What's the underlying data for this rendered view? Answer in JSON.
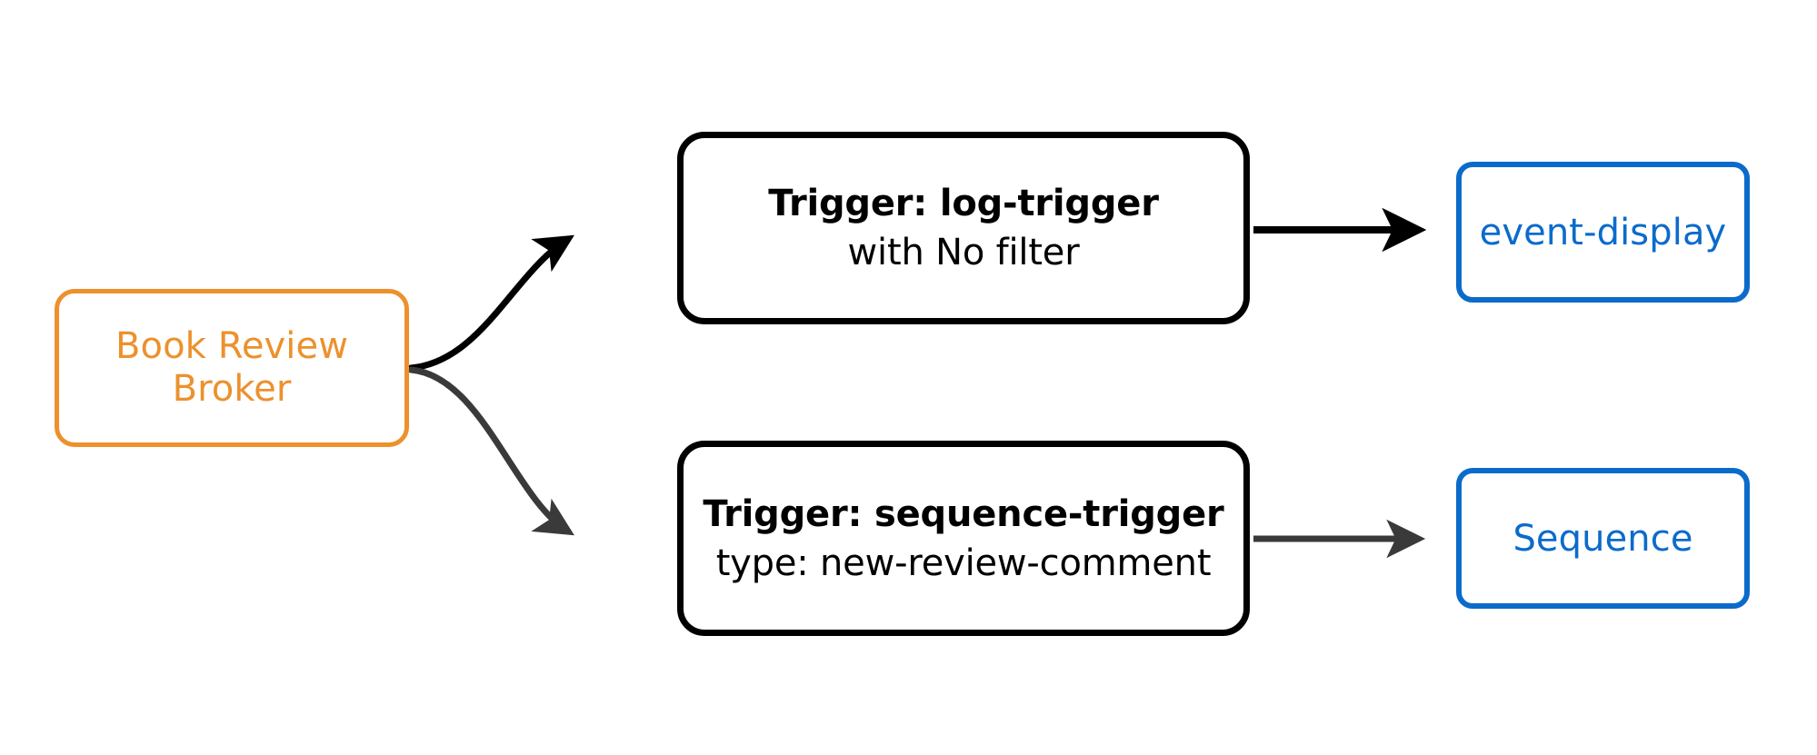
{
  "diagram": {
    "type": "flowchart",
    "direction": "left-to-right",
    "background_color": "#ffffff",
    "colors": {
      "broker_accent": "#ec912d",
      "trigger_accent": "#000000",
      "sink_accent": "#0b6bcb",
      "edge_black": "#000000",
      "edge_gray": "#3a3a3a"
    },
    "nodes": {
      "broker": {
        "line1": "Book Review",
        "line2": "Broker"
      },
      "trigger_log": {
        "title": "Trigger: log-trigger",
        "subtitle": "with No filter"
      },
      "trigger_sequence": {
        "title": "Trigger: sequence-trigger",
        "subtitle": "type: new-review-comment"
      },
      "sink_event_display": {
        "label": "event-display"
      },
      "sink_sequence": {
        "label": "Sequence"
      }
    },
    "edges": [
      {
        "id": "broker-to-log-trigger",
        "from": "broker",
        "to": "trigger_log",
        "style": "curved",
        "color": "#000000",
        "label": ""
      },
      {
        "id": "broker-to-sequence-trigger",
        "from": "broker",
        "to": "trigger_sequence",
        "style": "curved",
        "color": "#3a3a3a",
        "label": ""
      },
      {
        "id": "log-trigger-to-event-display",
        "from": "trigger_log",
        "to": "sink_event_display",
        "style": "straight",
        "color": "#000000",
        "label": ""
      },
      {
        "id": "sequence-trigger-to-sequence",
        "from": "trigger_sequence",
        "to": "sink_sequence",
        "style": "straight",
        "color": "#3a3a3a",
        "label": ""
      }
    ]
  }
}
